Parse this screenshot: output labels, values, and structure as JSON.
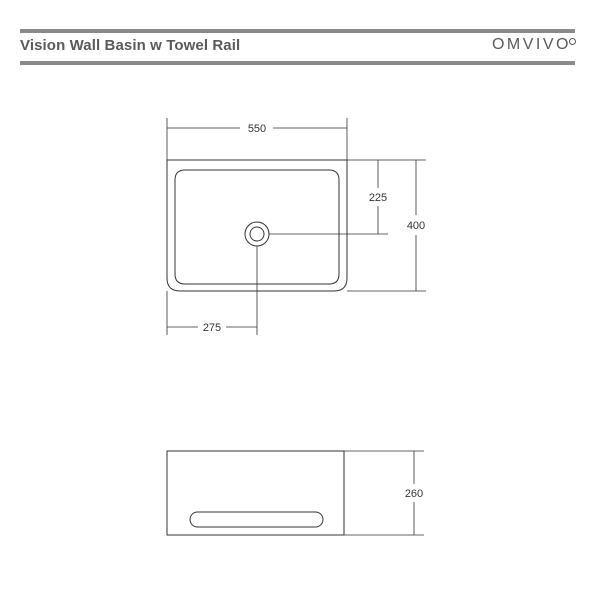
{
  "header": {
    "title": "Vision Wall Basin w Towel Rail",
    "brand": "OMVIVO"
  },
  "dimensions": {
    "width": "550",
    "depth": "400",
    "drain_from_back": "225",
    "drain_from_side": "275",
    "height": "260"
  },
  "colors": {
    "rule": "#8a8a8a",
    "text": "#5a5a5a",
    "line": "#333333"
  }
}
